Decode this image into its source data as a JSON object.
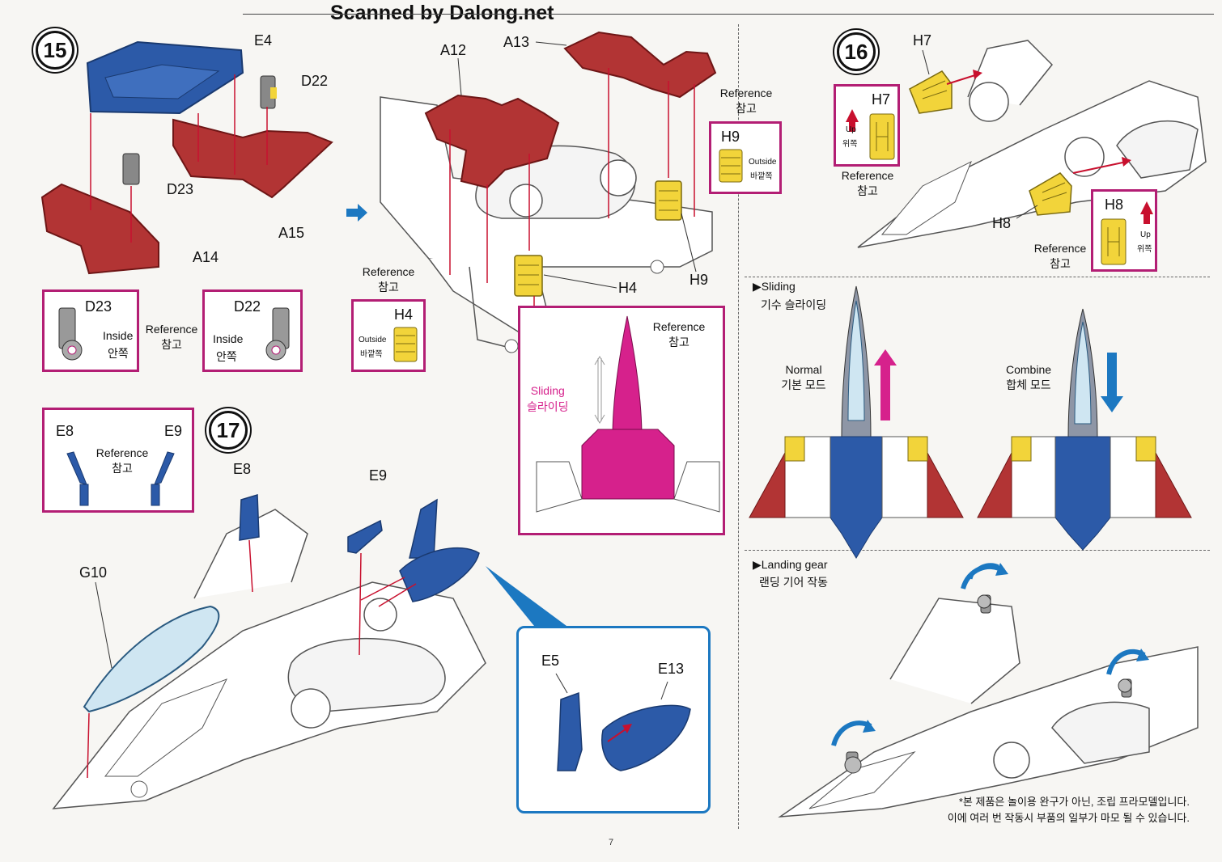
{
  "watermark": "Scanned by Dalong.net",
  "page_number": "7",
  "colors": {
    "red_part": "#b23434",
    "blue_part": "#2c5aa8",
    "yellow_part": "#f2d43a",
    "magenta": "#d6218c",
    "ref_border": "#b31e74",
    "arrow_red": "#c8102e",
    "arrow_blue": "#1c78c1"
  },
  "step15": {
    "number": "15",
    "parts": [
      "E4",
      "D22",
      "D23",
      "A15",
      "A14"
    ],
    "ref_d23": {
      "part": "D23",
      "inside_en": "Inside",
      "inside_ko": "안쪽"
    },
    "ref_mid": {
      "en": "Reference",
      "ko": "참고"
    },
    "ref_d22": {
      "part": "D22",
      "inside_en": "Inside",
      "inside_ko": "안쪽"
    }
  },
  "step15b": {
    "parts": [
      "A12",
      "A13",
      "H4",
      "H9"
    ],
    "ref_top": {
      "en": "Reference",
      "ko": "참고"
    },
    "ref_h9": {
      "part": "H9",
      "outside_en": "Outside",
      "outside_ko": "바깥쪽"
    },
    "ref_left": {
      "en": "Reference",
      "ko": "참고"
    },
    "ref_h4": {
      "part": "H4",
      "outside_en": "Outside",
      "outside_ko": "바깥쪽"
    },
    "sliding_box": {
      "ref_en": "Reference",
      "ref_ko": "참고",
      "sliding_en": "Sliding",
      "sliding_ko": "슬라이딩"
    }
  },
  "step16": {
    "number": "16",
    "parts": [
      "H7",
      "H8"
    ],
    "ref_h7": {
      "part": "H7",
      "up_en": "Up",
      "up_ko": "위쪽",
      "ref_en": "Reference",
      "ref_ko": "참고"
    },
    "ref_h8": {
      "part": "H8",
      "up_en": "Up",
      "up_ko": "위쪽",
      "ref_en": "Reference",
      "ref_ko": "참고"
    }
  },
  "sliding": {
    "title_en": "▶Sliding",
    "title_ko": "기수 슬라이딩",
    "normal_en": "Normal",
    "normal_ko": "기본 모드",
    "combine_en": "Combine",
    "combine_ko": "합체 모드"
  },
  "landing": {
    "title_en": "▶Landing gear",
    "title_ko": "랜딩 기어 작동",
    "note_line1": "*본 제품은 놀이용 완구가 아닌, 조립 프라모델입니다.",
    "note_line2": "이에 여러 번 작동시 부품의 일부가 마모 될 수 있습니다."
  },
  "step17": {
    "number": "17",
    "ref_box": {
      "left": "E8",
      "right": "E9",
      "en": "Reference",
      "ko": "참고"
    },
    "parts": [
      "E8",
      "E9",
      "G10"
    ],
    "detail_parts": [
      "E5",
      "E13"
    ]
  }
}
